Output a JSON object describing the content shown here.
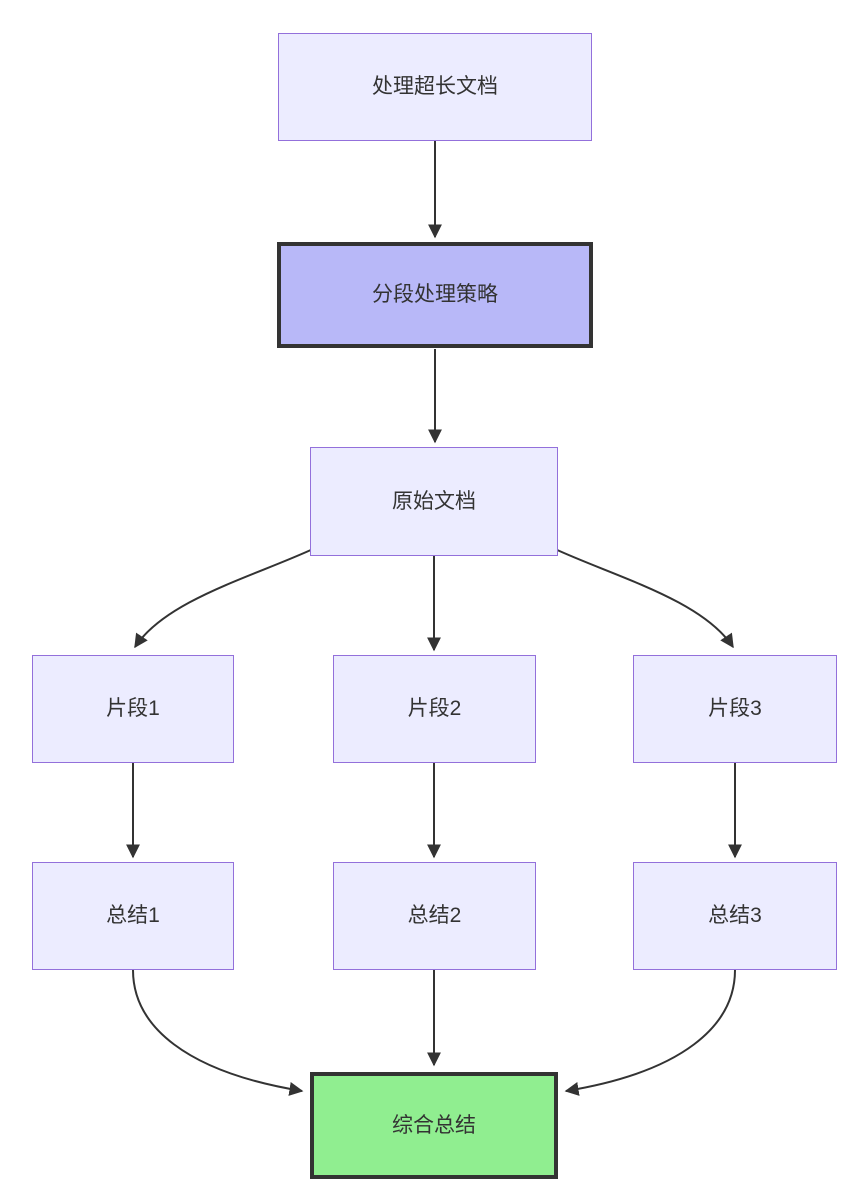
{
  "diagram": {
    "type": "flowchart",
    "direction": "top-down",
    "nodes": [
      {
        "id": "A",
        "label": "处理超长文档",
        "role": "start",
        "fill": "#ECECFF",
        "border": "#9370DB"
      },
      {
        "id": "B",
        "label": "分段处理策略",
        "role": "highlight",
        "fill": "#B8B8F8",
        "border": "#333333"
      },
      {
        "id": "C",
        "label": "原始文档",
        "role": "default",
        "fill": "#ECECFF",
        "border": "#9370DB"
      },
      {
        "id": "D1",
        "label": "片段1",
        "role": "default",
        "fill": "#ECECFF",
        "border": "#9370DB"
      },
      {
        "id": "D2",
        "label": "片段2",
        "role": "default",
        "fill": "#ECECFF",
        "border": "#9370DB"
      },
      {
        "id": "D3",
        "label": "片段3",
        "role": "default",
        "fill": "#ECECFF",
        "border": "#9370DB"
      },
      {
        "id": "E1",
        "label": "总结1",
        "role": "default",
        "fill": "#ECECFF",
        "border": "#9370DB"
      },
      {
        "id": "E2",
        "label": "总结2",
        "role": "default",
        "fill": "#ECECFF",
        "border": "#9370DB"
      },
      {
        "id": "E3",
        "label": "总结3",
        "role": "default",
        "fill": "#ECECFF",
        "border": "#9370DB"
      },
      {
        "id": "F",
        "label": "综合总结",
        "role": "result",
        "fill": "#90EE90",
        "border": "#333333"
      }
    ],
    "edges": [
      {
        "from": "A",
        "to": "B",
        "arrow": true
      },
      {
        "from": "B",
        "to": "C",
        "arrow": true
      },
      {
        "from": "C",
        "to": "D1",
        "arrow": true
      },
      {
        "from": "C",
        "to": "D2",
        "arrow": true
      },
      {
        "from": "C",
        "to": "D3",
        "arrow": true
      },
      {
        "from": "D1",
        "to": "E1",
        "arrow": true
      },
      {
        "from": "D2",
        "to": "E2",
        "arrow": true
      },
      {
        "from": "D3",
        "to": "E3",
        "arrow": true
      },
      {
        "from": "E1",
        "to": "F",
        "arrow": true
      },
      {
        "from": "E2",
        "to": "F",
        "arrow": true
      },
      {
        "from": "E3",
        "to": "F",
        "arrow": true
      }
    ],
    "colors": {
      "background": "#FFFFFF",
      "node_fill": "#ECECFF",
      "node_border": "#9370DB",
      "highlight_fill": "#B8B8F8",
      "highlight_border": "#333333",
      "success_fill": "#90EE90",
      "success_border": "#333333",
      "edge": "#333333",
      "text": "#333333"
    }
  }
}
